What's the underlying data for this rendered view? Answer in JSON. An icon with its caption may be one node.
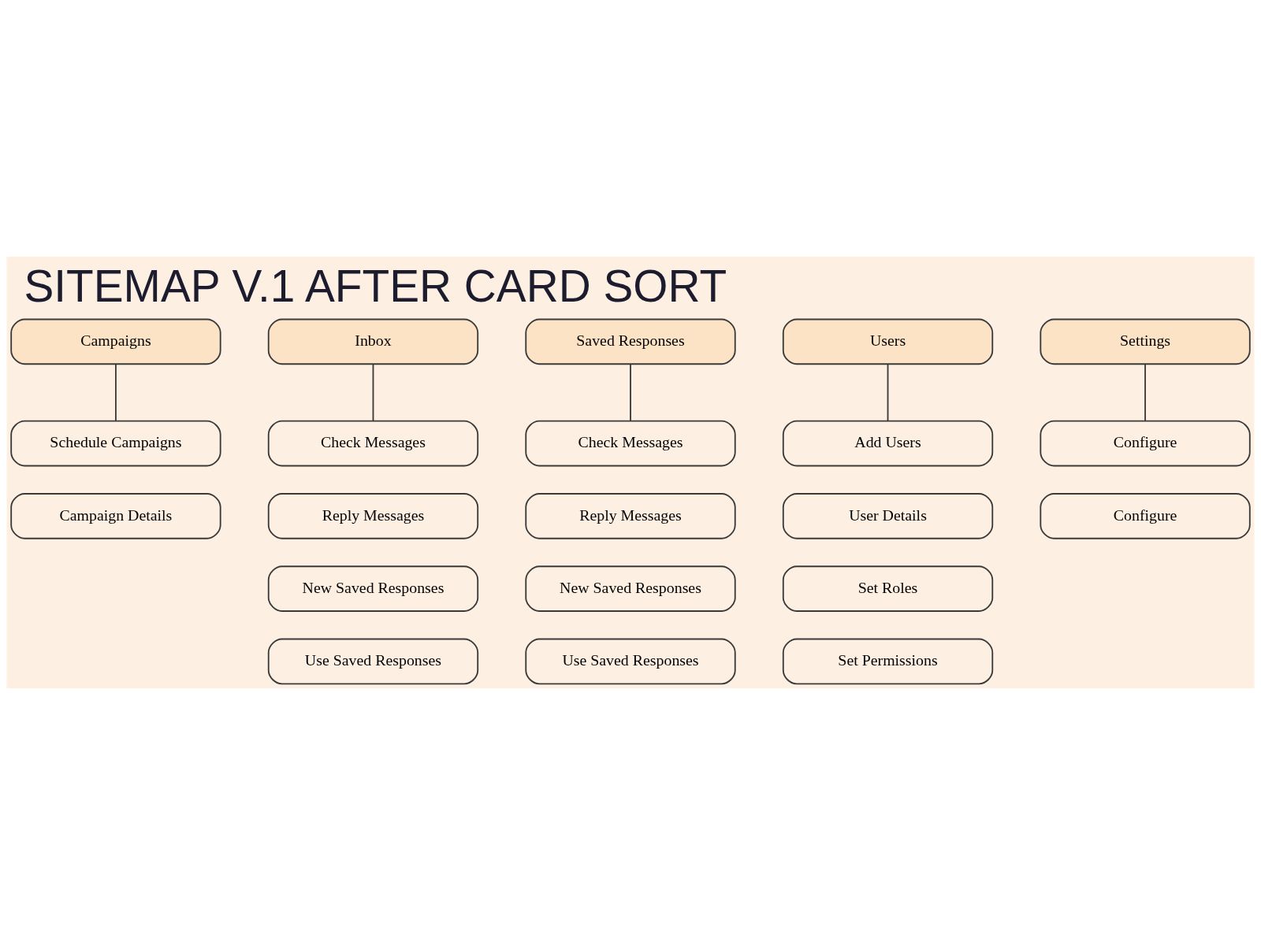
{
  "diagram": {
    "title": "SITEMAP V.1 AFTER CARD SORT",
    "nodes": [
      {
        "text": [
          "Campaigns"
        ]
      },
      {
        "text": [
          "Schedule Campaigns"
        ]
      },
      {
        "text": [
          "Campaign Details"
        ]
      },
      {
        "text": [
          "Inbox"
        ]
      },
      {
        "text": [
          "Check Messages"
        ]
      },
      {
        "text": [
          "Reply Messages"
        ]
      },
      {
        "text": [
          "New Saved Responses"
        ]
      },
      {
        "text": [
          "Use Saved Responses"
        ]
      },
      {
        "text": [
          "Saved Responses"
        ]
      },
      {
        "text": [
          "Check Messages"
        ]
      },
      {
        "text": [
          "Reply Messages"
        ]
      },
      {
        "text": [
          "New Saved Responses"
        ]
      },
      {
        "text": [
          "Use Saved Responses"
        ]
      },
      {
        "text": [
          "Users"
        ]
      },
      {
        "text": [
          "Add Users"
        ]
      },
      {
        "text": [
          "User Details"
        ]
      },
      {
        "text": [
          "Set Roles"
        ]
      },
      {
        "text": [
          "Set Permissions"
        ]
      },
      {
        "text": [
          "Settings"
        ]
      },
      {
        "text": [
          "Configure"
        ]
      },
      {
        "text": [
          "Configure"
        ]
      }
    ],
    "edges": [
      {
        "from": 0,
        "to": 1,
        "arrow": "none"
      },
      {
        "from": 3,
        "to": 4,
        "arrow": "none"
      },
      {
        "from": 8,
        "to": 9,
        "arrow": "none"
      },
      {
        "from": 13,
        "to": 14,
        "arrow": "none"
      },
      {
        "from": 18,
        "to": 19,
        "arrow": "none"
      }
    ]
  }
}
